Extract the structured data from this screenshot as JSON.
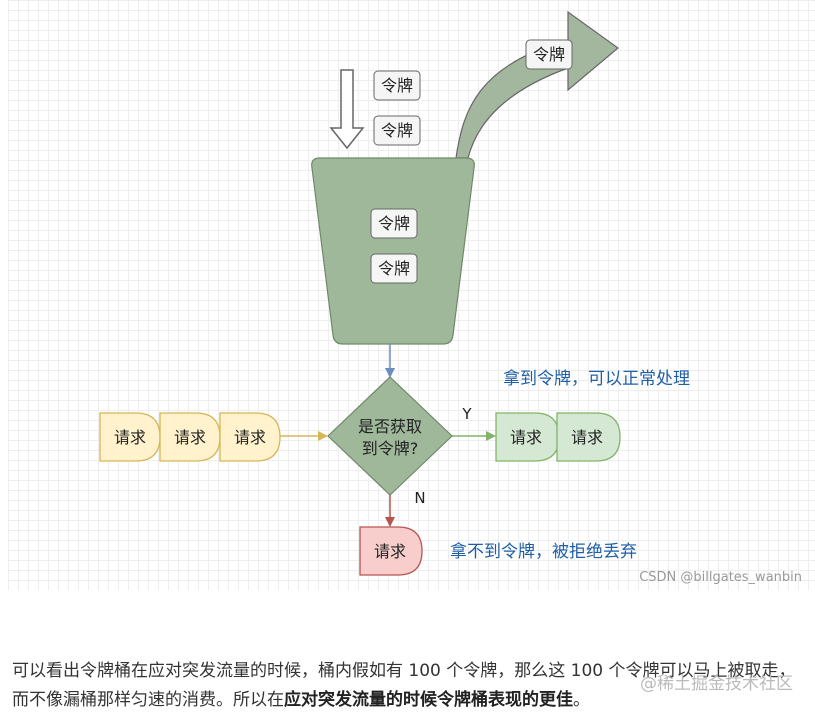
{
  "token_label": "令牌",
  "request_label": "请求",
  "decision": {
    "line1": "是否获取",
    "line2": "到令牌?"
  },
  "yes_label": "Y",
  "no_label": "N",
  "yes_caption": "拿到令牌，可以正常处理",
  "no_caption": "拿不到令牌，被拒绝丢弃",
  "watermark_csdn": "CSDN @billgates_wanbin",
  "watermark_juejin": "@稀土掘金技术社区",
  "paragraph": {
    "part1": "可以看出令牌桶在应对突发流量的时候，桶内假如有 100 个令牌，那么这 100 个令牌可以马上被取走，而不像漏桶那样匀速的消费。所以在",
    "bold": "应对突发流量的时候令牌桶表现的更佳",
    "end": "。"
  },
  "colors": {
    "bucket_fill": "#9fb89a",
    "arrow_fill": "#a3b79e",
    "request_yellow": "#fff2cc",
    "request_yellow_border": "#d6b656",
    "request_green": "#d5e8d4",
    "request_green_border": "#82b366",
    "request_red": "#f8cecc",
    "request_red_border": "#b85450",
    "caption_blue": "#1f5fa8"
  }
}
